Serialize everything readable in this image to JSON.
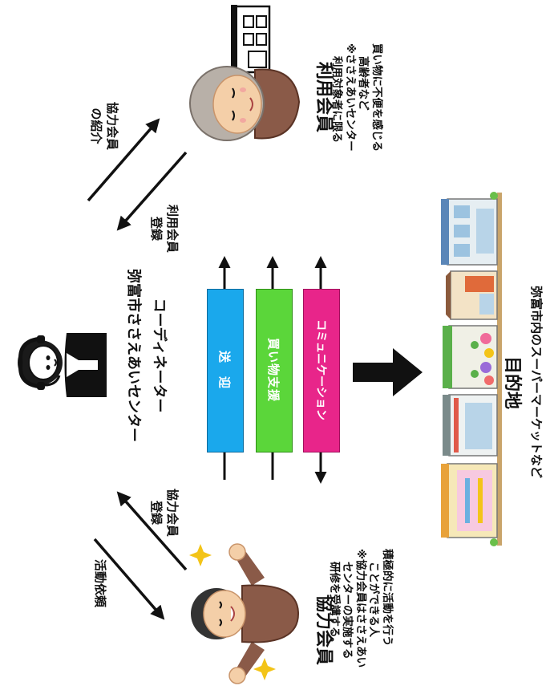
{
  "coordinator": {
    "name": "弥富市ささえあいセンター",
    "role": "コーディネーター"
  },
  "user_member": {
    "title": "利用会員",
    "desc_lines": [
      "買い物に不便を感じる",
      "高齢者など",
      "※ささえあいセンター",
      "利用対象者に限る"
    ]
  },
  "coop_member": {
    "title": "協力会員",
    "desc_lines": [
      "積極的に活動を行う",
      "ことができる人",
      "※協力会員はささえあい",
      "センターの実施する",
      "研修を受講する。"
    ]
  },
  "flows": {
    "introduce": [
      "協力会員",
      "の紹介"
    ],
    "user_register": [
      "利用会員",
      "登録"
    ],
    "coop_register": [
      "協力会員",
      "登録"
    ],
    "request": "活動依頼"
  },
  "services": [
    {
      "label": "送　迎",
      "color": "#1aa8ec"
    },
    {
      "label": "買い物支援",
      "color": "#5bd63a"
    },
    {
      "label": "コミュニケーション",
      "color": "#e8258a"
    }
  ],
  "destination": {
    "title": "目的地",
    "subtitle": "弥富市内のスーパーマーケットなど"
  }
}
